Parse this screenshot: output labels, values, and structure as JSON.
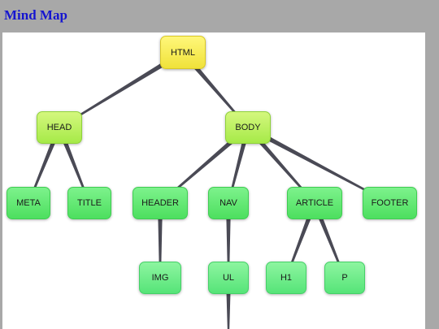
{
  "page": {
    "title": "Mind Map"
  },
  "nodes": {
    "html": "HTML",
    "head": "HEAD",
    "body": "BODY",
    "meta": "META",
    "title": "TITLE",
    "header": "HEADER",
    "nav": "NAV",
    "article": "ARTICLE",
    "footer": "FOOTER",
    "img": "IMG",
    "ul": "UL",
    "h1": "H1",
    "p": "P"
  },
  "edges": [
    [
      "html",
      "head"
    ],
    [
      "html",
      "body"
    ],
    [
      "head",
      "meta"
    ],
    [
      "head",
      "title"
    ],
    [
      "body",
      "header"
    ],
    [
      "body",
      "nav"
    ],
    [
      "body",
      "article"
    ],
    [
      "body",
      "footer"
    ],
    [
      "header",
      "img"
    ],
    [
      "nav",
      "ul"
    ],
    [
      "article",
      "h1"
    ],
    [
      "article",
      "p"
    ],
    [
      "ul",
      "offscreen-child"
    ]
  ],
  "colors": {
    "root": "#f5e94a",
    "branch": "#b5ee5a",
    "leaf": "#55e266",
    "edge": "#4a4a55",
    "title": "#1515d0",
    "background": "#a8a8a8"
  }
}
